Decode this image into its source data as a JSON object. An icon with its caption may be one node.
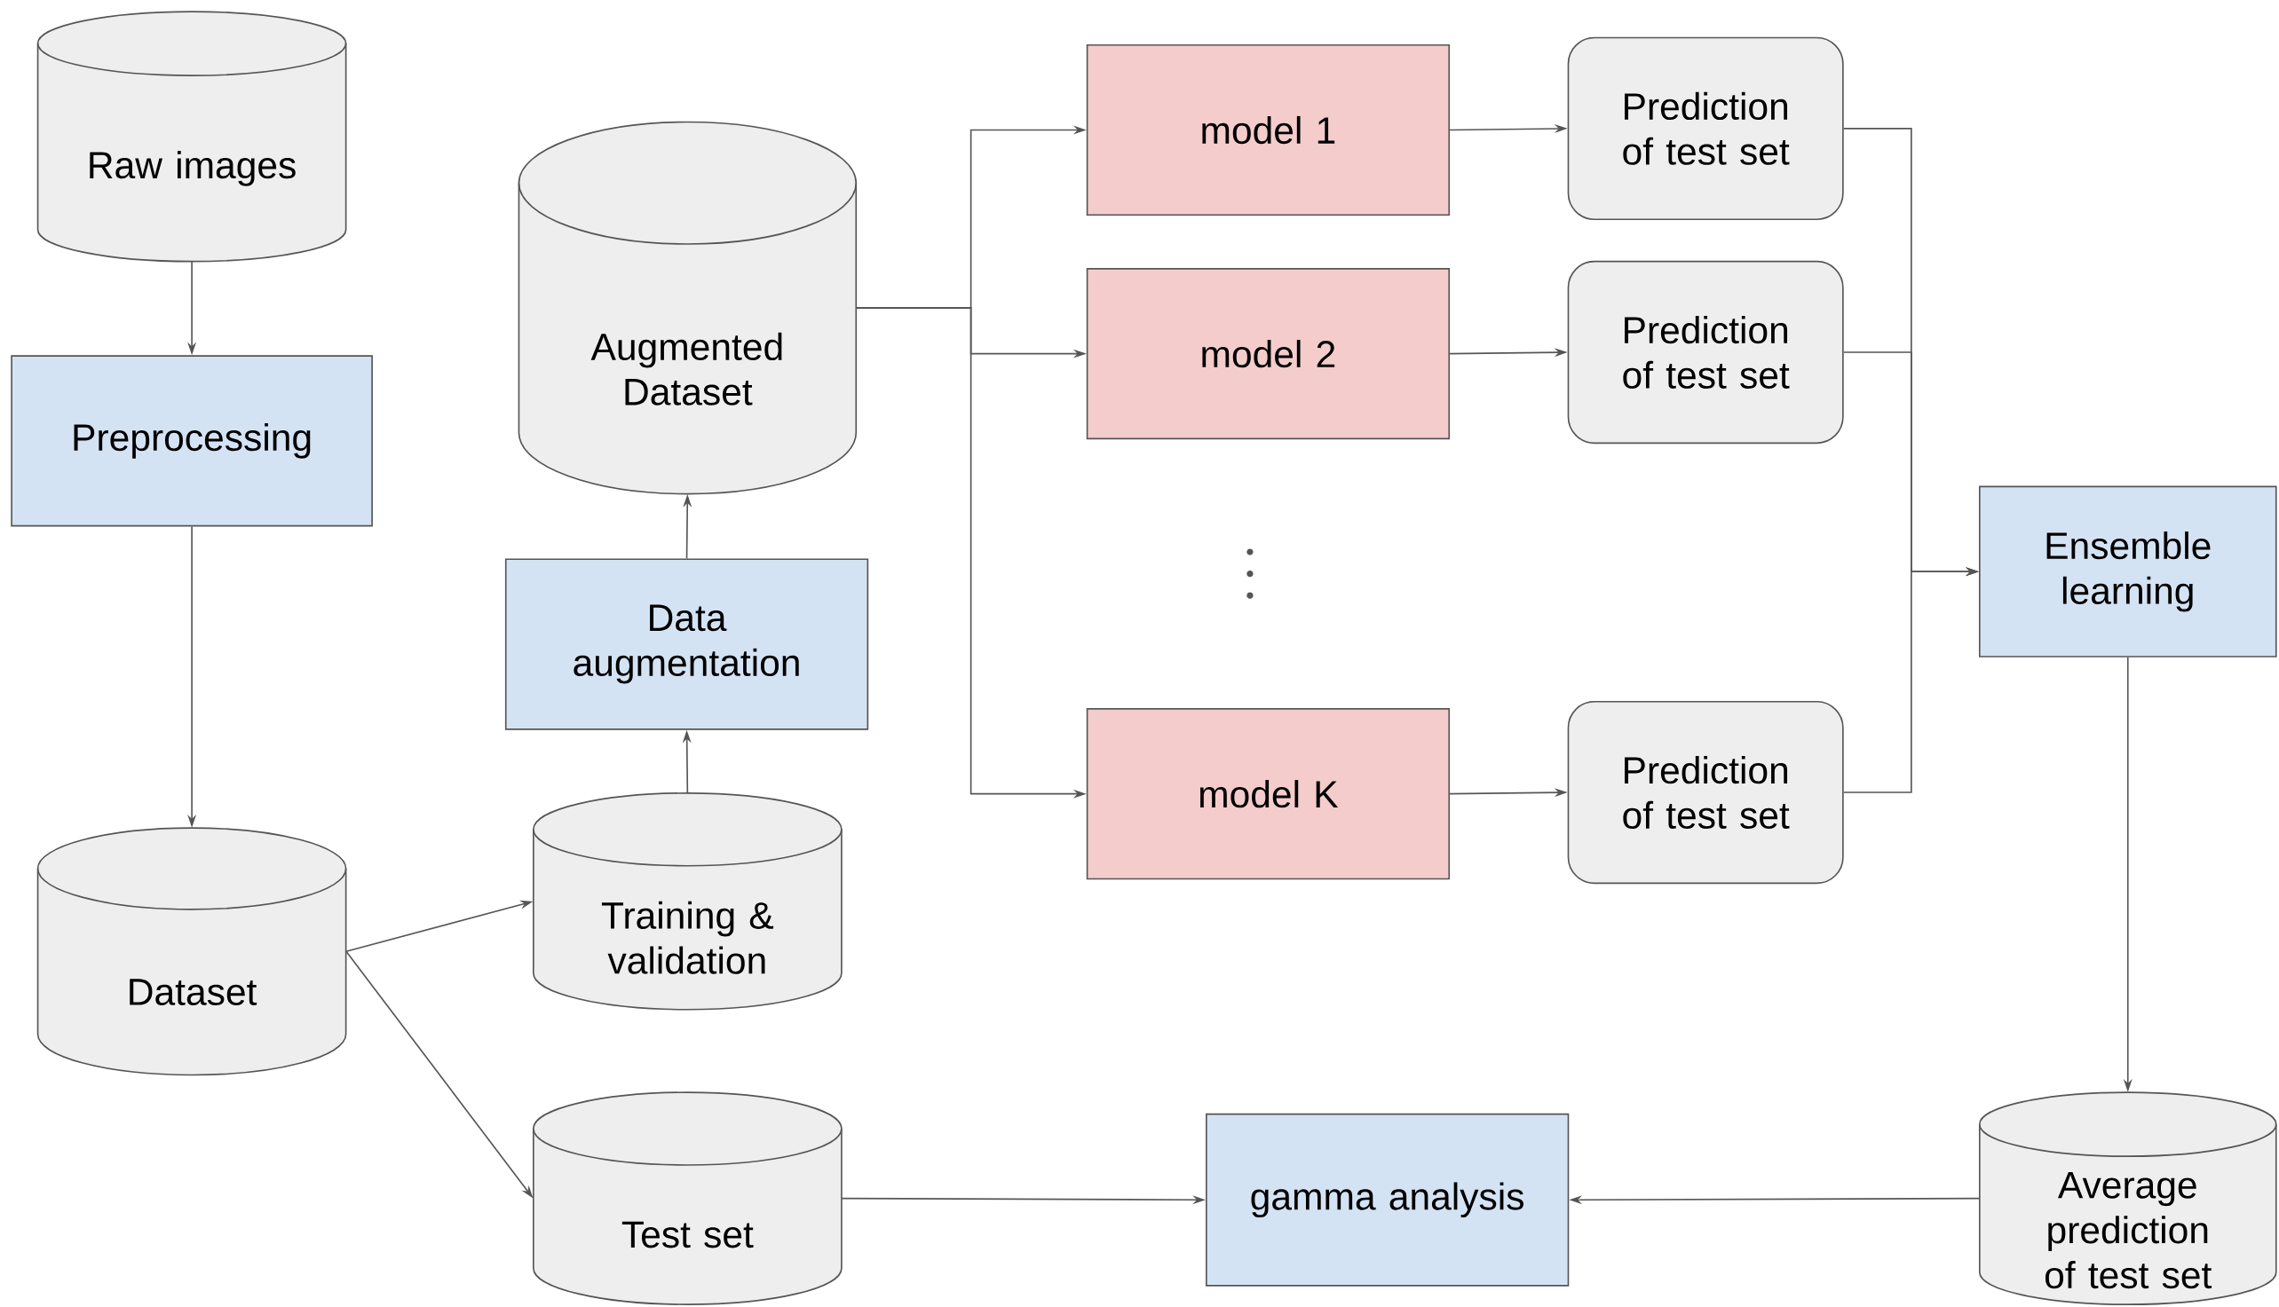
{
  "diagram": {
    "nodes": [
      {
        "text": [
          "Raw images"
        ]
      },
      {
        "text": [
          "Preprocessing"
        ]
      },
      {
        "text": [
          "Dataset"
        ]
      },
      {
        "text": [
          "Training & validation"
        ]
      },
      {
        "text": [
          "Test set"
        ]
      },
      {
        "text": [
          "Data augmentation"
        ]
      },
      {
        "text": [
          "Augmented Dataset"
        ]
      },
      {
        "text": [
          "model 1"
        ]
      },
      {
        "text": [
          "model 2"
        ]
      },
      {
        "text": [
          "model K"
        ]
      },
      {
        "text": [
          "Prediction of test set"
        ]
      },
      {
        "text": [
          "Prediction of test set"
        ]
      },
      {
        "text": [
          "Prediction of test set"
        ]
      },
      {
        "text": [
          "Ensemble learning"
        ]
      },
      {
        "text": [
          "gamma analysis"
        ]
      },
      {
        "text": [
          "Average prediction of test set"
        ]
      }
    ],
    "edges": [
      {
        "from": 0,
        "to": 1,
        "arrow": "to"
      },
      {
        "from": 1,
        "to": 2,
        "arrow": "to"
      },
      {
        "from": 2,
        "to": 3,
        "arrow": "to"
      },
      {
        "from": 2,
        "to": 4,
        "arrow": "to"
      },
      {
        "from": 3,
        "to": 5,
        "arrow": "to"
      },
      {
        "from": 5,
        "to": 6,
        "arrow": "to"
      },
      {
        "from": 6,
        "to": 7,
        "arrow": "to"
      },
      {
        "from": 6,
        "to": 8,
        "arrow": "to"
      },
      {
        "from": 6,
        "to": 9,
        "arrow": "to"
      },
      {
        "from": 7,
        "to": 10,
        "arrow": "to"
      },
      {
        "from": 8,
        "to": 11,
        "arrow": "to"
      },
      {
        "from": 9,
        "to": 12,
        "arrow": "to"
      },
      {
        "from": 10,
        "to": 13,
        "arrow": "to"
      },
      {
        "from": 11,
        "to": 13,
        "arrow": "to"
      },
      {
        "from": 12,
        "to": 13,
        "arrow": "to"
      },
      {
        "from": 13,
        "to": 15,
        "arrow": "to"
      },
      {
        "from": 15,
        "to": 14,
        "arrow": "to"
      },
      {
        "from": 4,
        "to": 14,
        "arrow": "to"
      }
    ]
  }
}
